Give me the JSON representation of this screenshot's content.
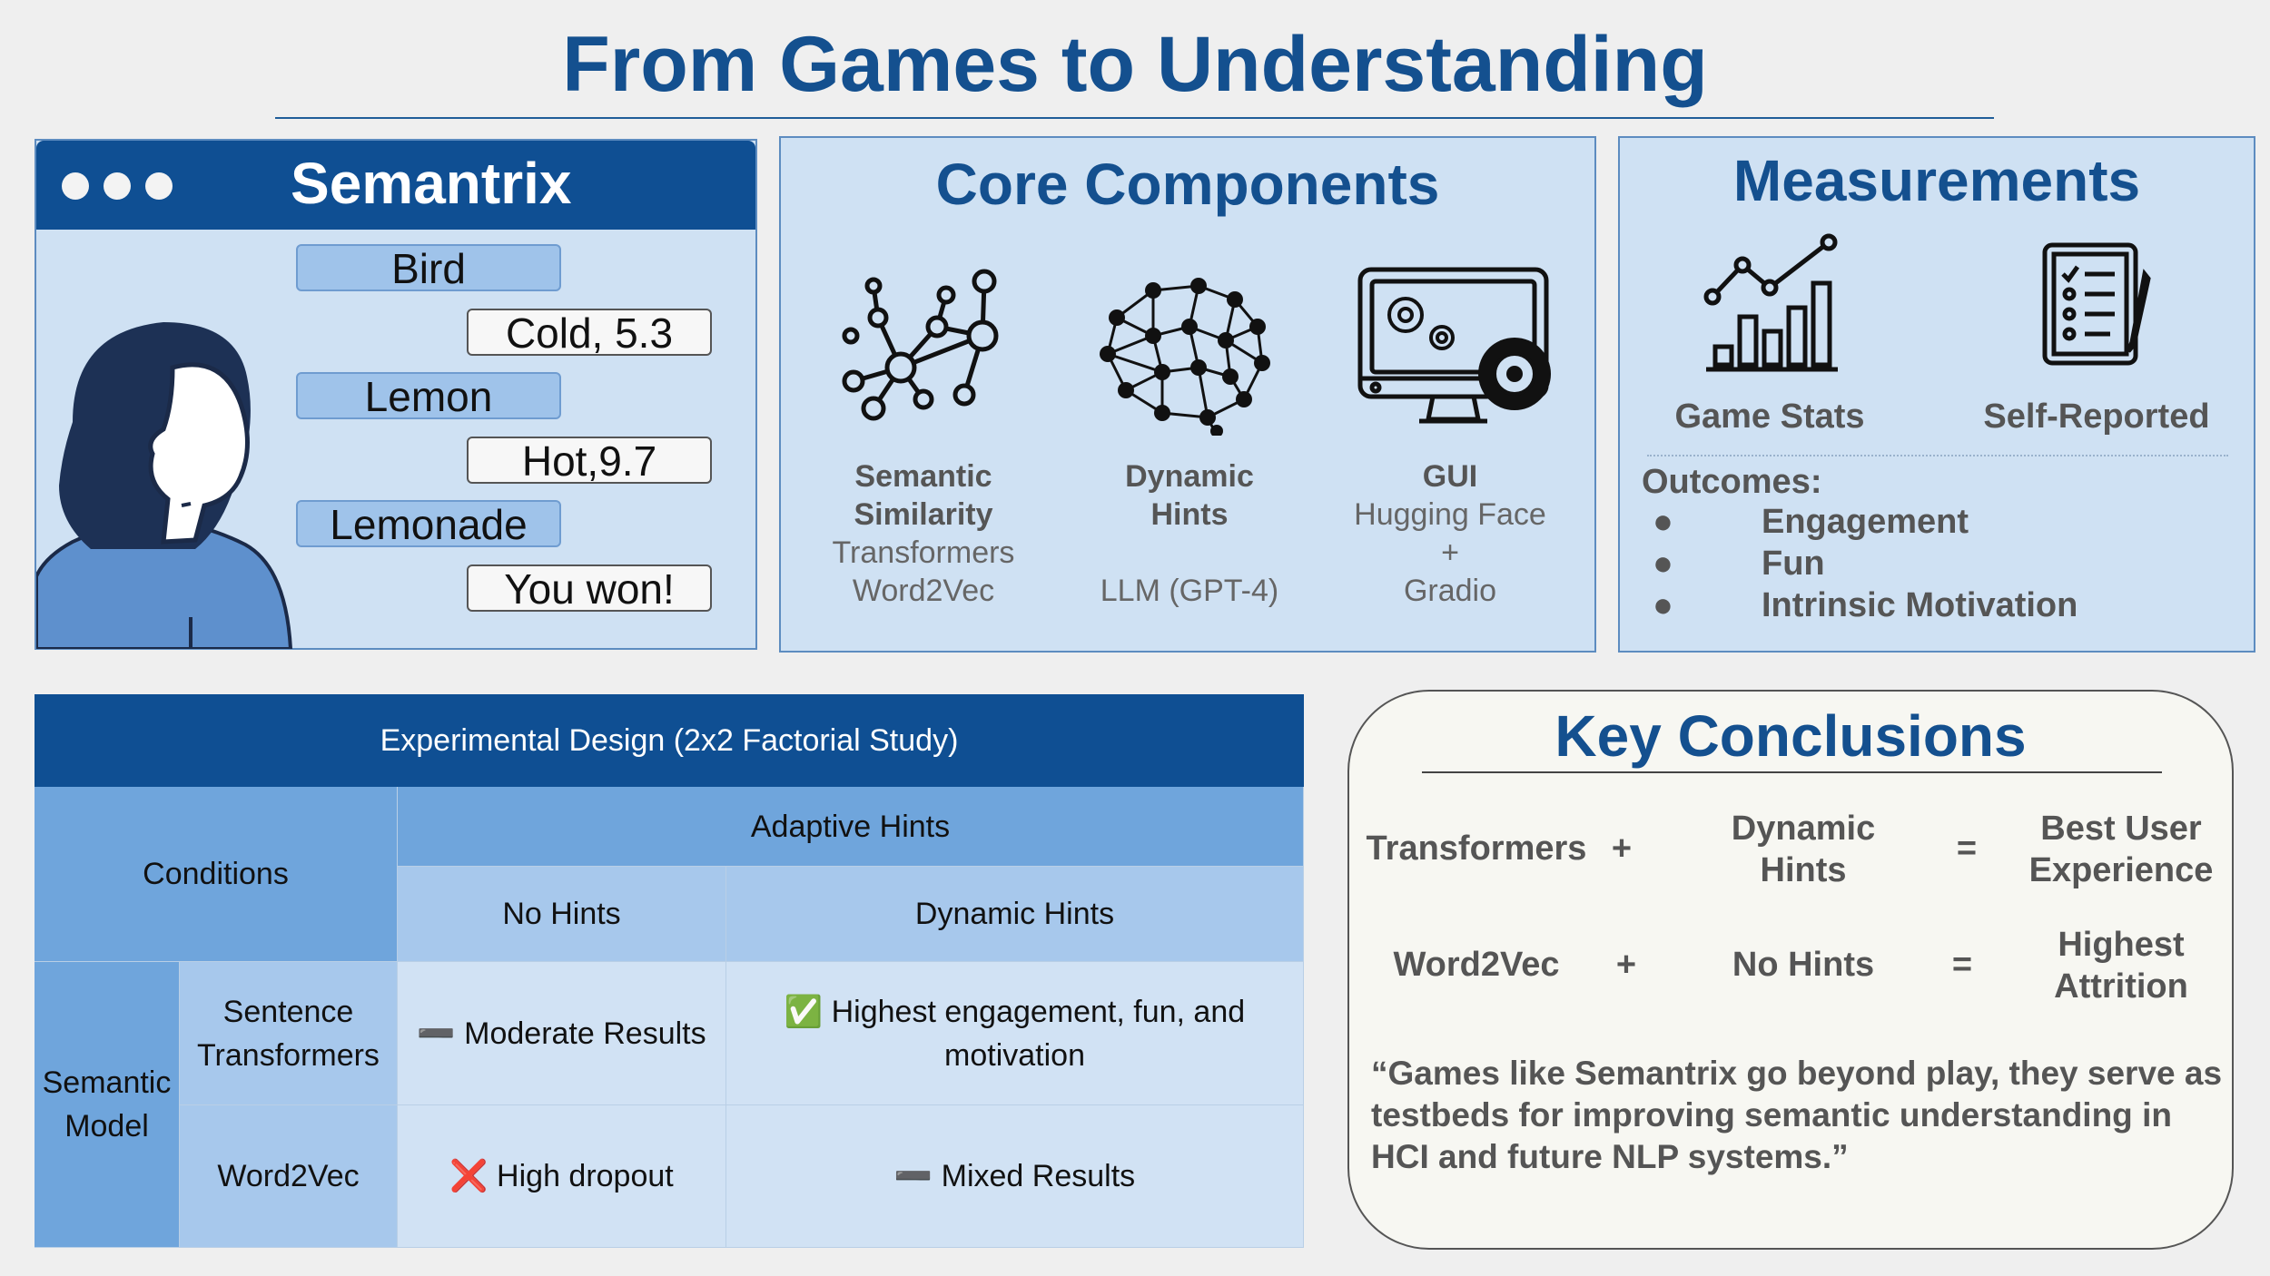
{
  "title": "From Games to Understanding",
  "semantrix": {
    "title": "Semantrix",
    "chat": [
      {
        "role": "guess",
        "text": "Bird"
      },
      {
        "role": "response",
        "text": "Cold, 5.3"
      },
      {
        "role": "guess",
        "text": "Lemon"
      },
      {
        "role": "response",
        "text": "Hot,9.7"
      },
      {
        "role": "guess",
        "text": "Lemonade"
      },
      {
        "role": "response",
        "text": "You won!"
      }
    ]
  },
  "core": {
    "title": "Core Components",
    "items": [
      {
        "icon": "network-icon",
        "heading1": "Semantic",
        "heading2": "Similarity",
        "line1": "Transformers",
        "line2": "Word2Vec"
      },
      {
        "icon": "brain-network-icon",
        "heading1": "Dynamic",
        "heading2": "Hints",
        "line1": "",
        "line2": "LLM (GPT-4)"
      },
      {
        "icon": "monitor-gears-icon",
        "heading1": "GUI",
        "heading2": "Hugging Face",
        "line1": "+",
        "line2": "Gradio"
      }
    ]
  },
  "measurements": {
    "title": "Measurements",
    "game_stats": "Game Stats",
    "self_reported": "Self-Reported",
    "outcomes_label": "Outcomes:",
    "outcomes": [
      "Engagement",
      "Fun",
      "Intrinsic Motivation"
    ]
  },
  "experiment": {
    "title": "Experimental Design (2x2 Factorial Study)",
    "conditions": "Conditions",
    "adaptive_hints": "Adaptive Hints",
    "no_hints": "No Hints",
    "dynamic_hints": "Dynamic Hints",
    "semantic_model": "Semantic Model",
    "sentence_transformers": "Sentence Transformers",
    "word2vec": "Word2Vec",
    "st_no_hints": "➖ Moderate Results",
    "st_dynamic": "✅ Highest engagement, fun, and motivation",
    "w2v_no_hints": "❌ High dropout",
    "w2v_dynamic": "➖ Mixed Results"
  },
  "conclusions": {
    "title": "Key Conclusions",
    "row1": {
      "a": "Transformers",
      "op1": "+",
      "b": "Dynamic Hints",
      "op2": "=",
      "c": "Best User Experience"
    },
    "row2": {
      "a": "Word2Vec",
      "op1": "+",
      "b": "No Hints",
      "op2": "=",
      "c": "Highest Attrition"
    },
    "quote": "“Games like Semantrix go beyond play, they serve as testbeds for improving semantic understanding in HCI and future NLP systems.”"
  },
  "colors": {
    "primary": "#14508f",
    "header": "#0f4f93",
    "panel": "#cfe1f3"
  }
}
